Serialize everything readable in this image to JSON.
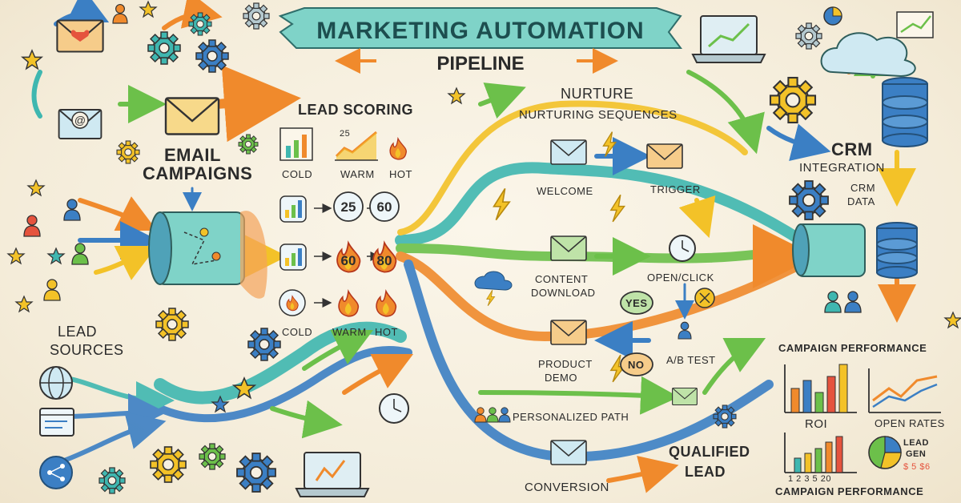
{
  "banner": {
    "title": "MARKETING AUTOMATION",
    "subtitle": "PIPELINE"
  },
  "sections": {
    "email_campaigns": "EMAIL CAMPAIGNS",
    "email_campaigns_line1": "EMAIL",
    "email_campaigns_line2": "CAMPAIGNS",
    "lead_sources_line1": "LEAD",
    "lead_sources_line2": "SOURCES",
    "lead_scoring": "LEAD SCORING",
    "nurture": "NURTURE",
    "nurturing_sequences": "NURTURING SEQUENCES",
    "crm": "CRM",
    "integration": "INTEGRATION",
    "crm_data_line1": "CRM",
    "crm_data_line2": "DATA",
    "campaign_performance_top": "CAMPAIGN PERFORMANCE",
    "campaign_performance_bottom": "CAMPAIGN PERFORMANCE",
    "qualified_line1": "QUALIFIED",
    "qualified_line2": "LEAD"
  },
  "scoring": {
    "top_labels": [
      "COLD",
      "WARM",
      "HOT"
    ],
    "top_chart_number": "25",
    "row1_numbers": [
      "25",
      "60"
    ],
    "row2_numbers": [
      "60",
      "80"
    ],
    "bottom_labels": [
      "COLD",
      "WARM",
      "HOT"
    ]
  },
  "nurture_steps": {
    "welcome": "WELCOME",
    "trigger": "TRIGGER",
    "content_line1": "CONTENT",
    "content_line2": "DOWNLOAD",
    "open_click": "OPEN/CLICK",
    "yes": "YES",
    "no": "NO",
    "product_line1": "PRODUCT",
    "product_line2": "DEMO",
    "ab_test": "A/B TEST",
    "personalized_path": "PERSONALIZED PATH",
    "conversion": "CONVERSION"
  },
  "performance": {
    "roi": "ROI",
    "open_rates": "OPEN RATES",
    "lead_gen_line1": "LEAD",
    "lead_gen_line2": "GEN",
    "lead_gen_scribble": "$ 5 $6",
    "axis_ticks": "1 2 3 5 20"
  },
  "colors": {
    "teal": "#3fb7b0",
    "blue": "#3b7fc4",
    "green": "#6cc04a",
    "orange": "#f08a2c",
    "yellow": "#f3c228",
    "red": "#e5533d",
    "banner": "#7fd3c8"
  },
  "icons": [
    "envelope-icon",
    "heart-envelope-icon",
    "gear-icon",
    "star-icon",
    "person-icon",
    "globe-icon",
    "browser-icon",
    "share-icon",
    "laptop-chart-icon",
    "cloud-upload-icon",
    "database-icon",
    "funnel-icon",
    "flame-icon",
    "bar-chart-icon",
    "lightning-icon",
    "alarm-clock-icon",
    "clock-icon",
    "pie-chart-icon"
  ]
}
